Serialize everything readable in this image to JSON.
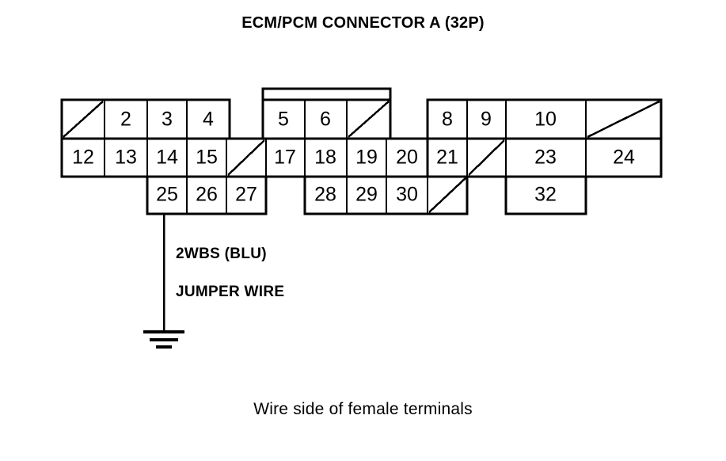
{
  "title": "ECM/PCM CONNECTOR A (32P)",
  "caption": "Wire side of female terminals",
  "wire": {
    "name": "2WBS (BLU)",
    "type": "JUMPER WIRE",
    "from_terminal": "25",
    "to": "ground"
  },
  "colors": {
    "line": "#000000",
    "background": "#ffffff",
    "text": "#000000"
  },
  "connector": {
    "total_pins": 32,
    "rows": [
      {
        "row": 1,
        "cells": [
          {
            "label": "",
            "blank": true,
            "diagonal": "up"
          },
          {
            "label": "2"
          },
          {
            "label": "3"
          },
          {
            "label": "4"
          },
          {
            "label": "5"
          },
          {
            "label": "6"
          },
          {
            "label": "",
            "blank": true,
            "diagonal": "up"
          },
          {
            "label": "8"
          },
          {
            "label": "9"
          },
          {
            "label": "10"
          },
          {
            "label": "",
            "blank": true,
            "diagonal": "up"
          }
        ]
      },
      {
        "row": 2,
        "cells": [
          {
            "label": "12"
          },
          {
            "label": "13"
          },
          {
            "label": "14"
          },
          {
            "label": "15"
          },
          {
            "label": "",
            "blank": true,
            "diagonal": "up"
          },
          {
            "label": "17"
          },
          {
            "label": "18"
          },
          {
            "label": "19"
          },
          {
            "label": "20"
          },
          {
            "label": "21"
          },
          {
            "label": "",
            "blank": true,
            "diagonal": "up"
          },
          {
            "label": "23"
          },
          {
            "label": "24"
          }
        ]
      },
      {
        "row": 3,
        "cells": [
          {
            "label": "25"
          },
          {
            "label": "26"
          },
          {
            "label": "27"
          },
          {
            "label": "28"
          },
          {
            "label": "29"
          },
          {
            "label": "30"
          },
          {
            "label": "",
            "blank": true,
            "diagonal": "up"
          },
          {
            "label": "32"
          }
        ]
      }
    ]
  }
}
